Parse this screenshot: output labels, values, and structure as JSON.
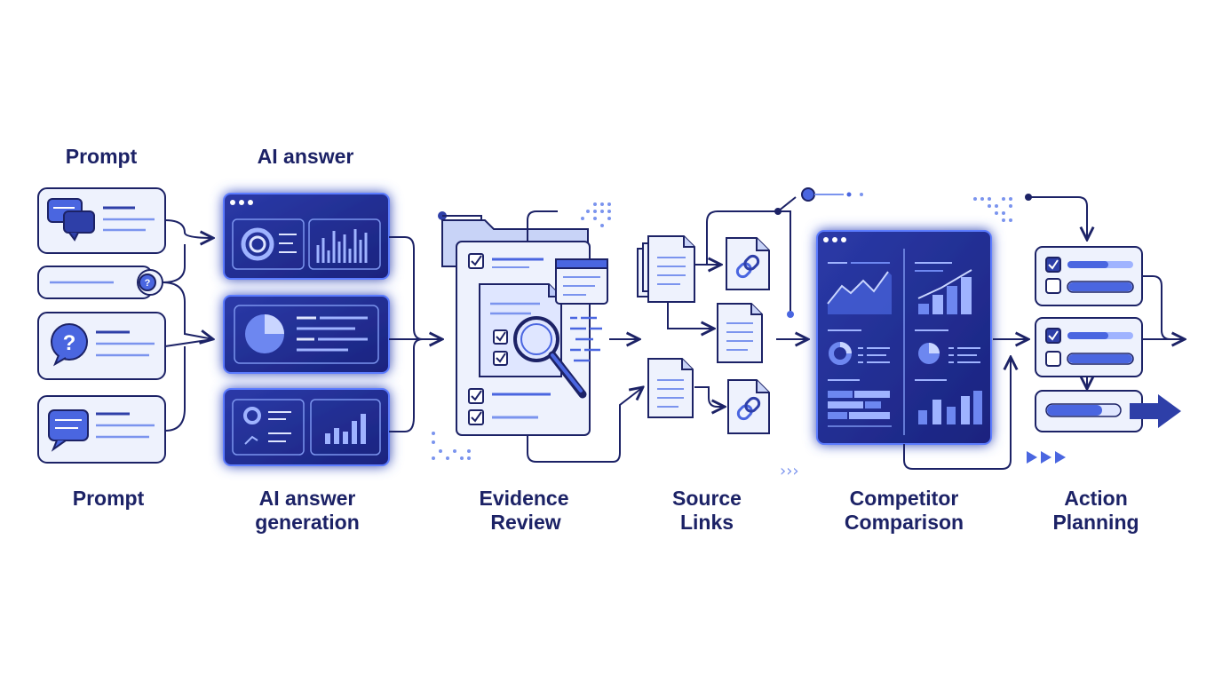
{
  "top_labels": {
    "prompt": "Prompt",
    "ai_answer": "AI answer"
  },
  "stage_labels": [
    {
      "line1": "Prompt",
      "line2": ""
    },
    {
      "line1": "AI answer",
      "line2": "generation"
    },
    {
      "line1": "Evidence",
      "line2": "Review"
    },
    {
      "line1": "Source",
      "line2": "Links"
    },
    {
      "line1": "Competitor",
      "line2": "Comparison"
    },
    {
      "line1": "Action",
      "line2": "Planning"
    }
  ],
  "colors": {
    "navy": "#1c2266",
    "deep_panel": "#1e2a8c",
    "accent": "#4a66e0",
    "light_fill": "#eef2fd",
    "glow": "#6d8cff"
  },
  "icons": [
    "chat-bubbles-icon",
    "question-icon",
    "message-icon",
    "donut-chart-icon",
    "bar-chart-icon",
    "pie-chart-icon",
    "folder-icon",
    "checklist-icon",
    "magnifier-icon",
    "document-icon",
    "link-icon",
    "line-chart-icon",
    "checkbox-icon",
    "right-arrow-icon"
  ]
}
